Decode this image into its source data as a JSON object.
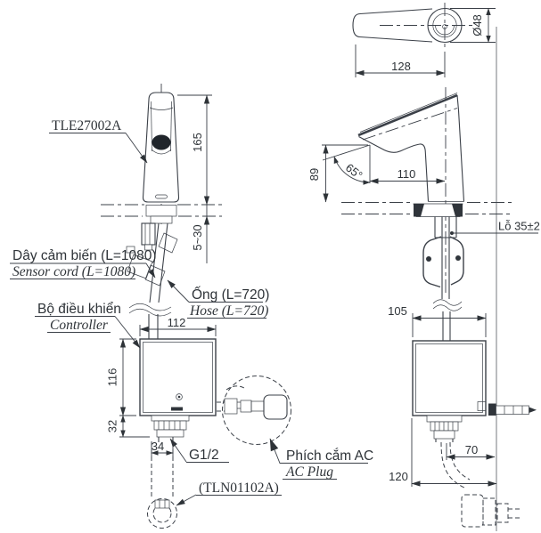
{
  "page": {
    "background": "#ffffff",
    "line_color": "#3b4048"
  },
  "product": {
    "model_label": "TLE27002A",
    "drain_label": "(TLN01102A)"
  },
  "callouts": {
    "sensor_cord_vi": "Dây cảm biến (L=1080)",
    "sensor_cord_en": "Sensor cord (L=1080)",
    "controller_vi": "Bộ điều khiển",
    "controller_en": "Controller",
    "hose_vi": "Ống (L=720)",
    "hose_en": "Hose (L=720)",
    "ac_plug_vi": "Phích cắm AC",
    "ac_plug_en": "AC Plug",
    "thread_size": "G1/2",
    "deck_hole": "Lỗ 35±2"
  },
  "dimensions": {
    "spout_height_total": "165",
    "deck_thickness_range": "5~30",
    "controller_width": "112",
    "controller_height": "116",
    "controller_neck_height": "32",
    "shank_width": "34",
    "spout_top_length": "128",
    "head_diameter": "Ø48",
    "outlet_height": "89",
    "outlet_angle": "65°",
    "spout_reach": "110",
    "controller_depth": "105",
    "plug_offset": "70",
    "total_depth": "120"
  }
}
